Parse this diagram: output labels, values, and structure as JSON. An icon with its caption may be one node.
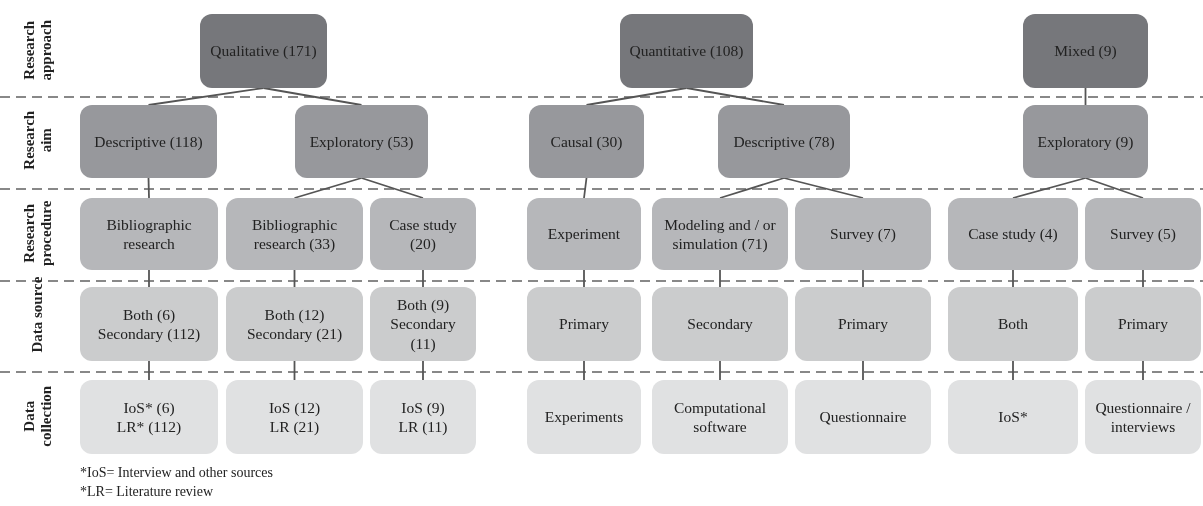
{
  "diagram": {
    "nodes": [
      {
        "text": [
          "Qualitative (171)"
        ]
      },
      {
        "text": [
          "Quantitative (108)"
        ]
      },
      {
        "text": [
          "Mixed (9)"
        ]
      },
      {
        "text": [
          "Descriptive (118)"
        ]
      },
      {
        "text": [
          "Exploratory (53)"
        ]
      },
      {
        "text": [
          "Causal (30)"
        ]
      },
      {
        "text": [
          "Descriptive (78)"
        ]
      },
      {
        "text": [
          "Exploratory (9)"
        ]
      },
      {
        "text": [
          "Bibliographic research"
        ]
      },
      {
        "text": [
          "Bibliographic research (33)"
        ]
      },
      {
        "text": [
          "Case study (20)"
        ]
      },
      {
        "text": [
          "Experiment"
        ]
      },
      {
        "text": [
          "Modeling and / or simulation (71)"
        ]
      },
      {
        "text": [
          "Survey (7)"
        ]
      },
      {
        "text": [
          "Case study (4)"
        ]
      },
      {
        "text": [
          "Survey (5)"
        ]
      },
      {
        "text": [
          "Both (6)",
          "Secondary (112)"
        ]
      },
      {
        "text": [
          "Both (12)",
          "Secondary (21)"
        ]
      },
      {
        "text": [
          "Both (9)",
          "Secondary (11)"
        ]
      },
      {
        "text": [
          "Primary"
        ]
      },
      {
        "text": [
          "Secondary"
        ]
      },
      {
        "text": [
          "Primary"
        ]
      },
      {
        "text": [
          "Both"
        ]
      },
      {
        "text": [
          "Primary"
        ]
      },
      {
        "text": [
          "IoS* (6)",
          "LR* (112)"
        ]
      },
      {
        "text": [
          "IoS (12)",
          "LR (21)"
        ]
      },
      {
        "text": [
          "IoS (9)",
          "LR (11)"
        ]
      },
      {
        "text": [
          "Experiments"
        ]
      },
      {
        "text": [
          "Computational software"
        ]
      },
      {
        "text": [
          "Questionnaire"
        ]
      },
      {
        "text": [
          "IoS*"
        ]
      },
      {
        "text": [
          "Questionnaire / interviews"
        ]
      }
    ],
    "edges": [
      {
        "from": 0,
        "to": 3,
        "arrow": "none"
      },
      {
        "from": 0,
        "to": 4,
        "arrow": "none"
      },
      {
        "from": 1,
        "to": 5,
        "arrow": "none"
      },
      {
        "from": 1,
        "to": 6,
        "arrow": "none"
      },
      {
        "from": 2,
        "to": 7,
        "arrow": "none"
      },
      {
        "from": 3,
        "to": 8,
        "arrow": "none"
      },
      {
        "from": 4,
        "to": 9,
        "arrow": "none"
      },
      {
        "from": 4,
        "to": 10,
        "arrow": "none"
      },
      {
        "from": 5,
        "to": 11,
        "arrow": "none"
      },
      {
        "from": 6,
        "to": 12,
        "arrow": "none"
      },
      {
        "from": 6,
        "to": 13,
        "arrow": "none"
      },
      {
        "from": 7,
        "to": 14,
        "arrow": "none"
      },
      {
        "from": 7,
        "to": 15,
        "arrow": "none"
      },
      {
        "from": 8,
        "to": 16,
        "arrow": "none"
      },
      {
        "from": 9,
        "to": 17,
        "arrow": "none"
      },
      {
        "from": 10,
        "to": 18,
        "arrow": "none"
      },
      {
        "from": 11,
        "to": 19,
        "arrow": "none"
      },
      {
        "from": 12,
        "to": 20,
        "arrow": "none"
      },
      {
        "from": 13,
        "to": 21,
        "arrow": "none"
      },
      {
        "from": 14,
        "to": 22,
        "arrow": "none"
      },
      {
        "from": 15,
        "to": 23,
        "arrow": "none"
      },
      {
        "from": 16,
        "to": 24,
        "arrow": "none"
      },
      {
        "from": 17,
        "to": 25,
        "arrow": "none"
      },
      {
        "from": 18,
        "to": 26,
        "arrow": "none"
      },
      {
        "from": 19,
        "to": 27,
        "arrow": "none"
      },
      {
        "from": 20,
        "to": 28,
        "arrow": "none"
      },
      {
        "from": 21,
        "to": 29,
        "arrow": "none"
      },
      {
        "from": 22,
        "to": 30,
        "arrow": "none"
      },
      {
        "from": 23,
        "to": 31,
        "arrow": "none"
      }
    ],
    "labels": [
      "Research approach",
      "Research aim",
      "Research procedure",
      "Data source",
      "Data collection",
      "*IoS= Interview and other sources",
      "*LR= Literature review"
    ]
  }
}
